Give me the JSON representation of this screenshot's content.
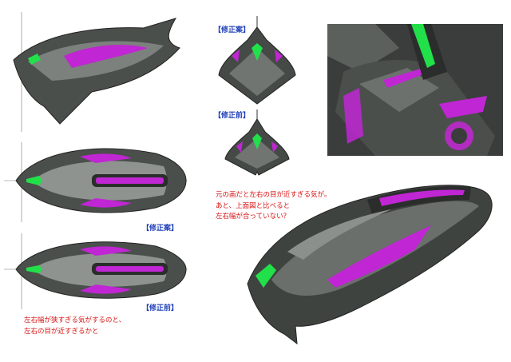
{
  "labels": {
    "top_revised": "【修正案】",
    "top_before": "【修正前】",
    "side_revised": "【修正案】",
    "side_before": "【修正前】"
  },
  "notes": {
    "center_note": [
      "元の画だと左右の目が近すぎる気が。",
      "あと、上面図と比べると",
      "左右幅が合っていない？"
    ],
    "bottom_note": [
      "左右幅が狭すぎる気がするのと、",
      "左右の目が近すぎるかと"
    ]
  },
  "colors": {
    "body_dark": "#2c302e",
    "body_mid": "#5b605c",
    "body_light": "#9ea29e",
    "accent_magenta": "#c026d3",
    "accent_green": "#22e04a",
    "annotation_red": "#d81414",
    "annotation_blue": "#1f3fb8"
  }
}
